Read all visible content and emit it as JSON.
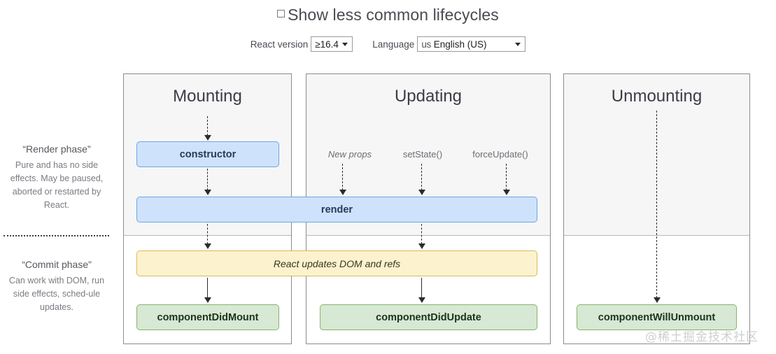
{
  "header": {
    "toggle_label": "Show less common lifecycles",
    "toggle_checked": false,
    "version_control_label": "React version",
    "version_value": "≥16.4",
    "language_control_label": "Language",
    "language_flag": "us",
    "language_value": "English (US)"
  },
  "legend": {
    "render_phase": {
      "title": "“Render phase”",
      "description": "Pure and has no side effects. May be paused, aborted or restarted by React."
    },
    "commit_phase": {
      "title": "“Commit phase”",
      "description": "Can work with DOM, run side effects, sched-ule updates."
    }
  },
  "columns": {
    "mounting": {
      "title": "Mounting"
    },
    "updating": {
      "title": "Updating"
    },
    "unmounting": {
      "title": "Unmounting"
    }
  },
  "nodes": {
    "constructor": "constructor",
    "render": "render",
    "react_updates": "React updates DOM and refs",
    "component_did_mount": "componentDidMount",
    "component_did_update": "componentDidUpdate",
    "component_will_unmount": "componentWillUnmount"
  },
  "triggers": {
    "new_props": "New props",
    "set_state": "setState()",
    "force_update": "forceUpdate()"
  },
  "watermark": "@稀土掘金技术社区",
  "colors": {
    "blue_fill": "#cfe2fb",
    "blue_border": "#6aa8e2",
    "green_fill": "#d7e8d4",
    "green_border": "#84b468",
    "yellow_fill": "#fcf2cd",
    "yellow_border": "#d9b95c",
    "render_region_bg": "#f6f6f6",
    "column_border": "#8c8c8c"
  }
}
